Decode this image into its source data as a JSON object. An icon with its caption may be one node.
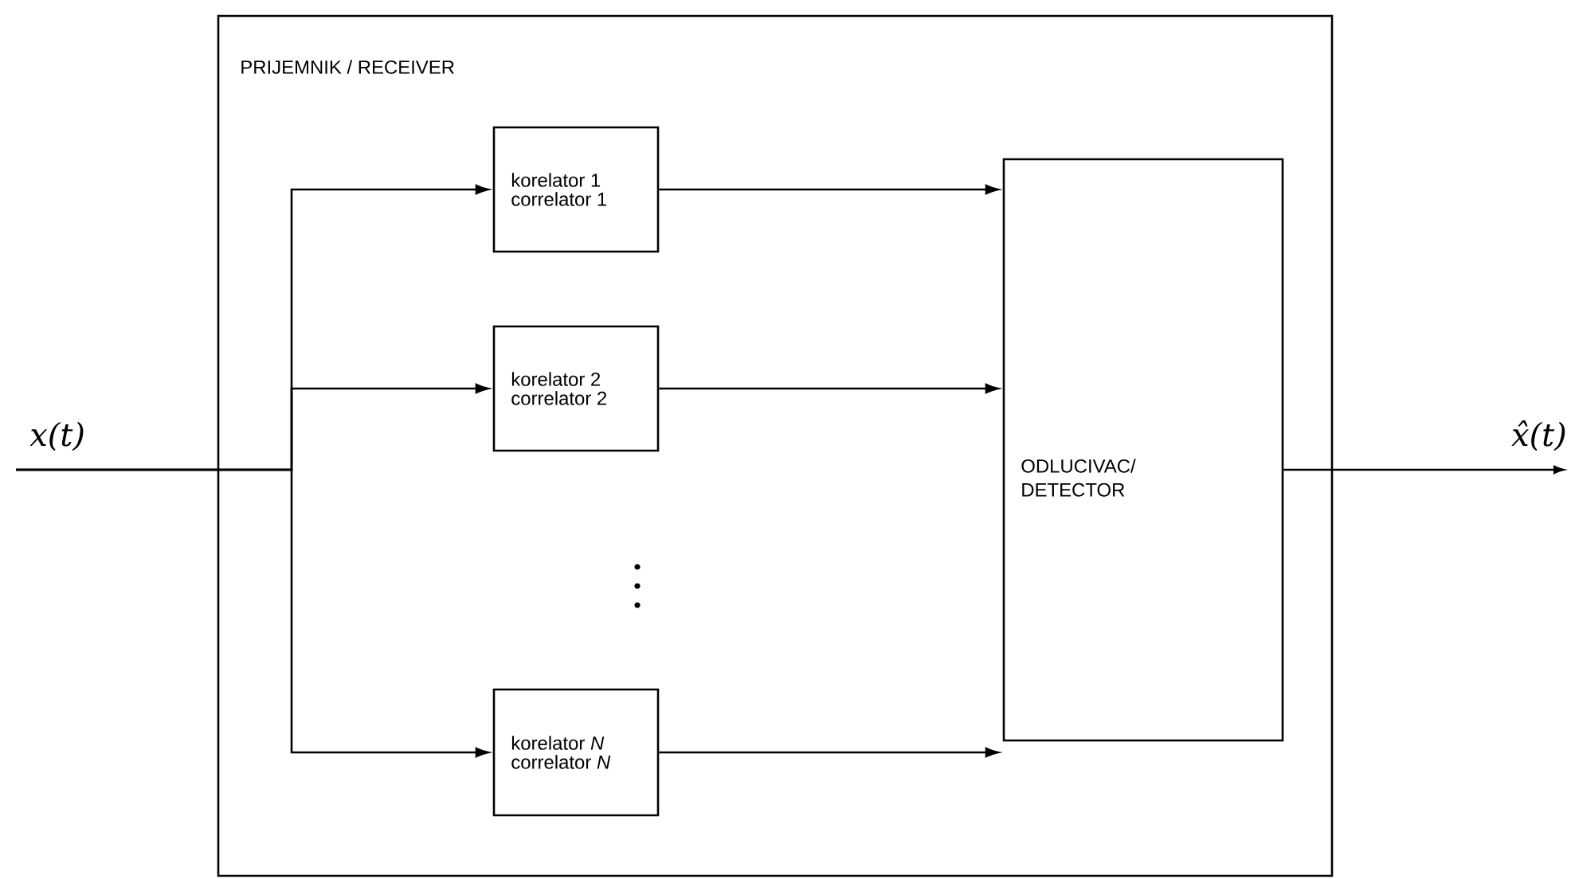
{
  "diagram": {
    "nodes": [
      {
        "text": [
          "PRIJEMNIK / RECEIVER"
        ]
      },
      {
        "text": [
          "korelator 1",
          "correlator 1"
        ],
        "in": 0
      },
      {
        "text": [
          "korelator 2",
          "correlator 2"
        ],
        "in": 0
      },
      {
        "text": [
          "korelator *N*",
          "correlator *N*"
        ],
        "in": 0
      },
      {
        "text": [
          "ODLUCIVAC/ DETECTOR"
        ],
        "in": 0
      },
      {
        "text": [
          "x(t)"
        ]
      },
      {
        "text": [
          "x̂(t)"
        ]
      }
    ],
    "edges": [
      {
        "from": 5,
        "to": 1,
        "arrow": "to"
      },
      {
        "from": 5,
        "to": 2,
        "arrow": "to"
      },
      {
        "from": 5,
        "to": 3,
        "arrow": "to"
      },
      {
        "from": 1,
        "to": 4,
        "arrow": "to"
      },
      {
        "from": 2,
        "to": 4,
        "arrow": "to"
      },
      {
        "from": 3,
        "to": 4,
        "arrow": "to"
      },
      {
        "from": 4,
        "to": 6,
        "arrow": "to"
      }
    ]
  }
}
